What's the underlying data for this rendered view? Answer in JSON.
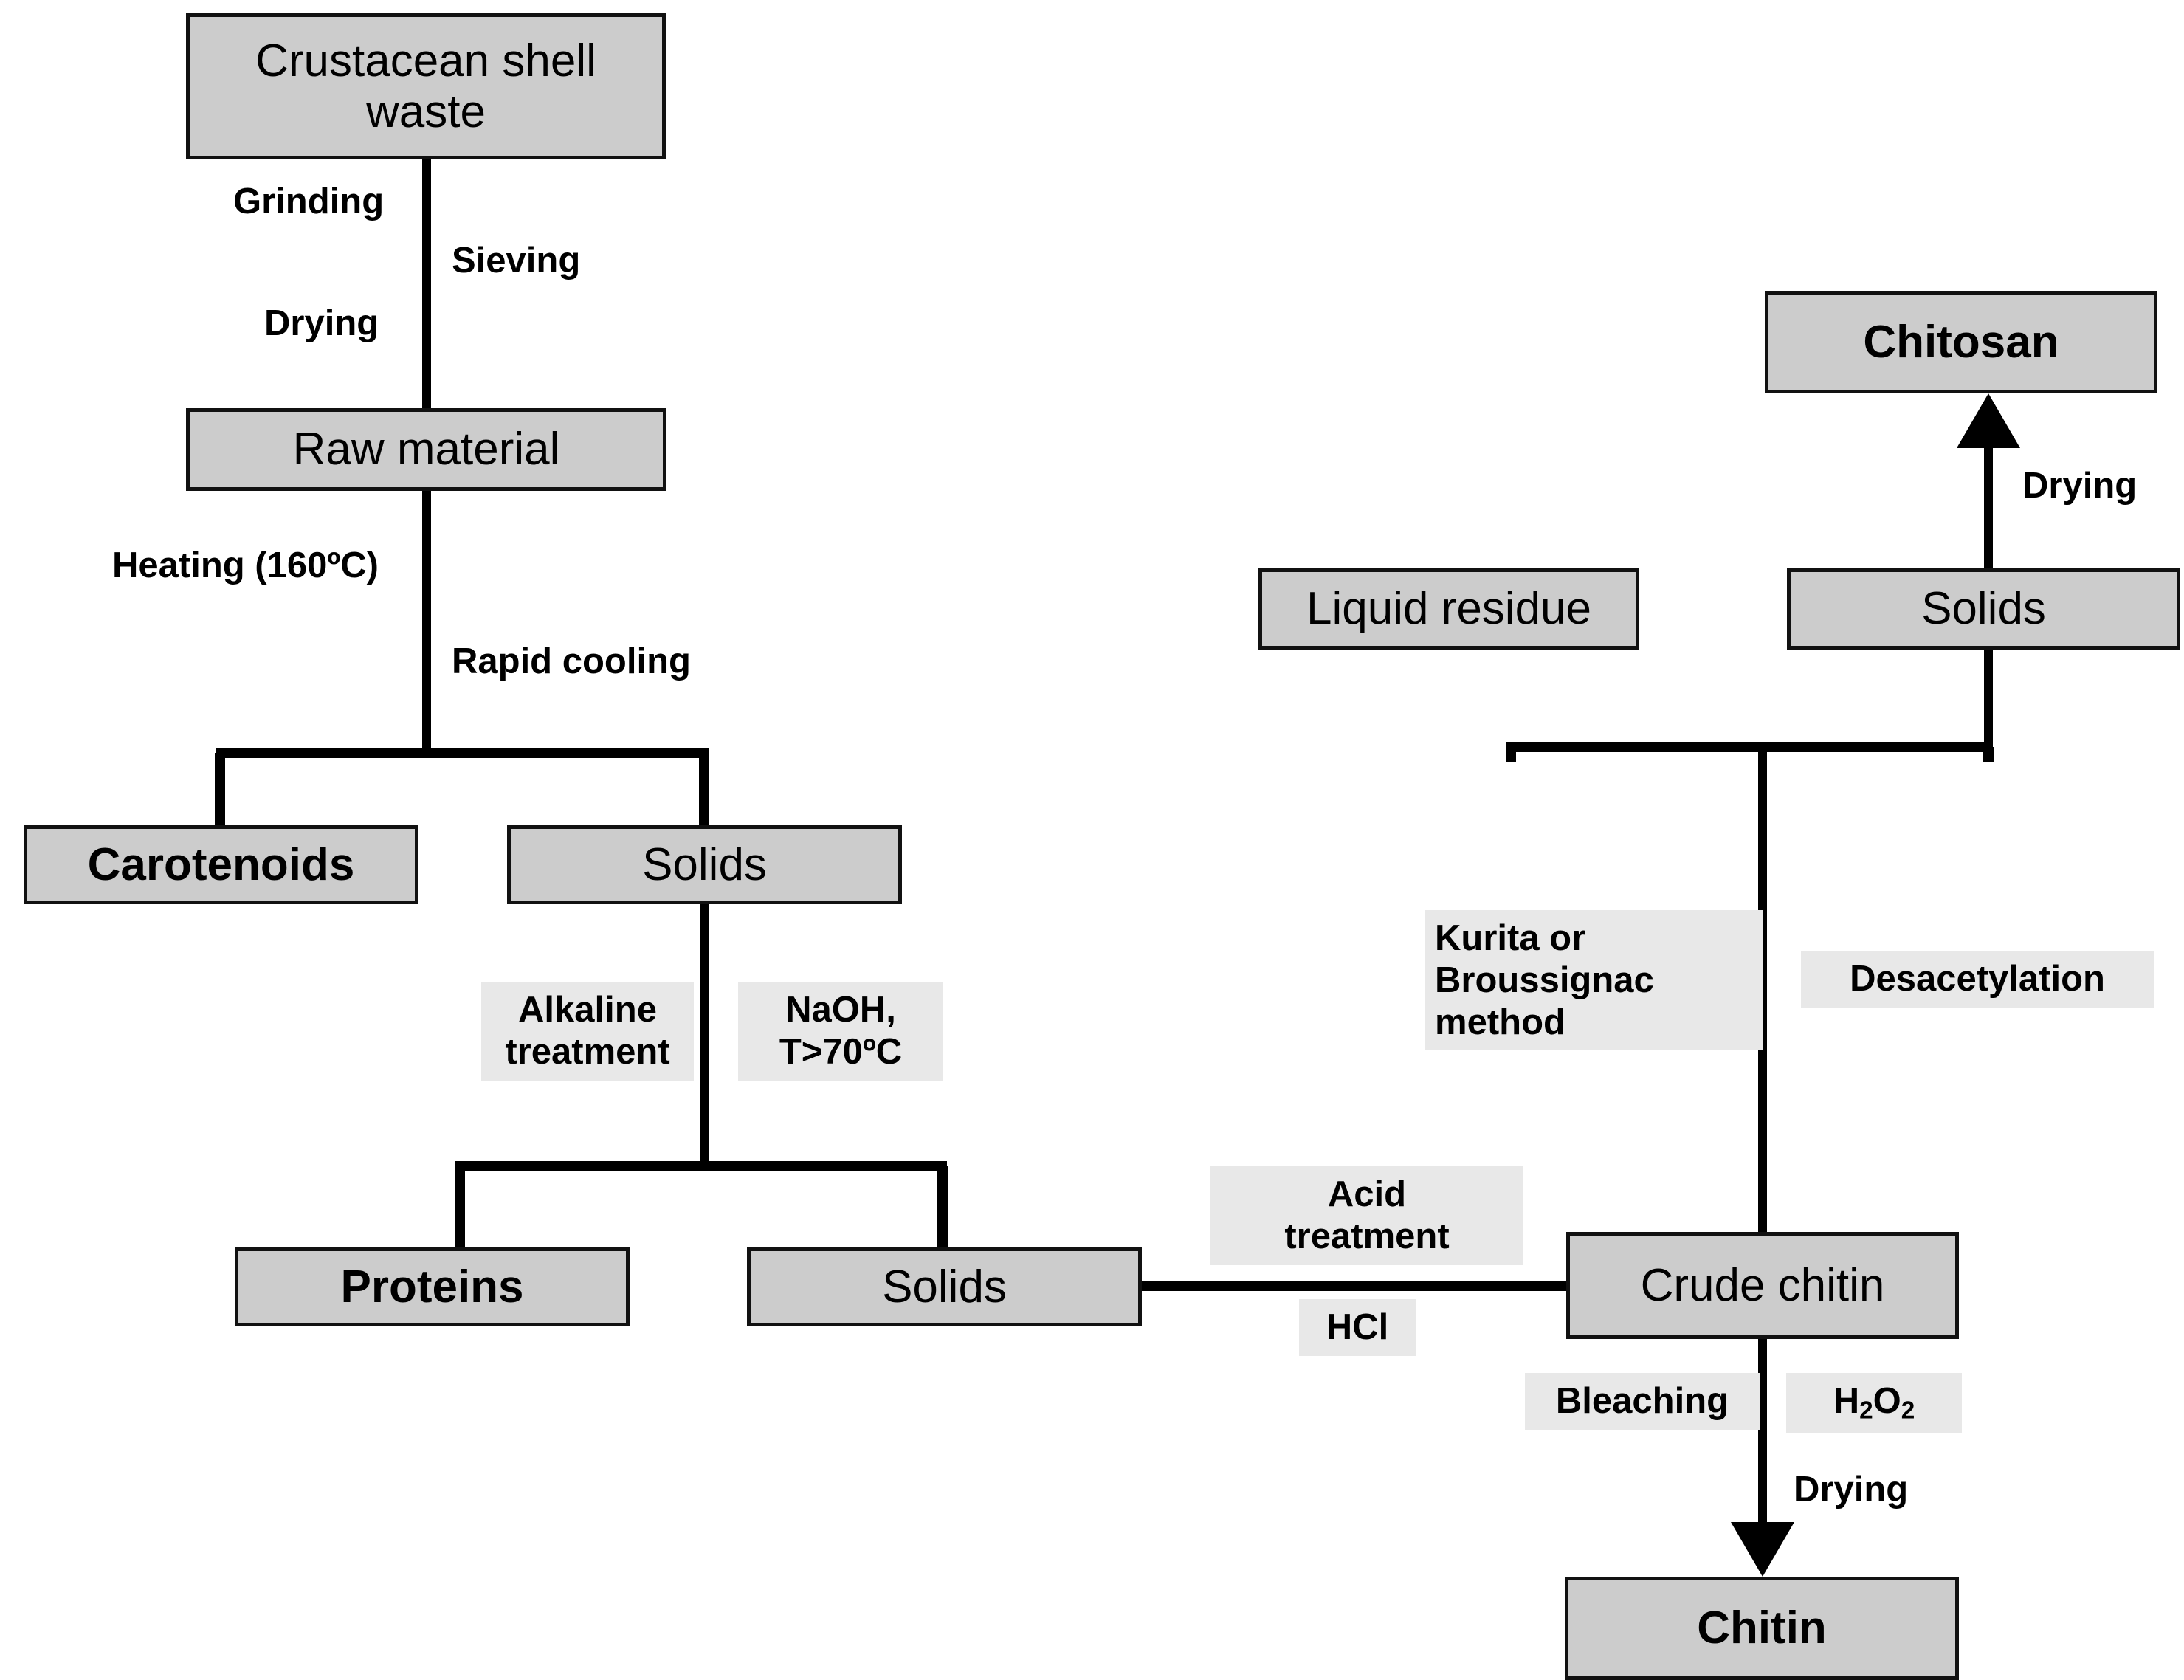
{
  "diagram": {
    "title": "Crustacean shell waste processing to chitin and chitosan",
    "colors": {
      "node_fill": "#cccccc",
      "node_border": "#111111",
      "annotation_fill": "#e8e8e8",
      "line": "#000000",
      "background": "#ffffff"
    },
    "nodes": [
      {
        "id": "crustacean_shell_waste",
        "label": "Crustacean shell waste",
        "bold": false
      },
      {
        "id": "raw_material",
        "label": "Raw material",
        "bold": false
      },
      {
        "id": "carotenoids",
        "label": "Carotenoids",
        "bold": true
      },
      {
        "id": "solids_1",
        "label": "Solids",
        "bold": false
      },
      {
        "id": "proteins",
        "label": "Proteins",
        "bold": true
      },
      {
        "id": "solids_2",
        "label": "Solids",
        "bold": false
      },
      {
        "id": "crude_chitin",
        "label": "Crude chitin",
        "bold": false
      },
      {
        "id": "chitin",
        "label": "Chitin",
        "bold": true
      },
      {
        "id": "liquid_residue",
        "label": "Liquid residue",
        "bold": false
      },
      {
        "id": "solids_3",
        "label": "Solids",
        "bold": false
      },
      {
        "id": "chitosan",
        "label": "Chitosan",
        "bold": true
      }
    ],
    "annotations": [
      {
        "id": "grinding",
        "text": "Grinding",
        "shaded": false
      },
      {
        "id": "sieving",
        "text": "Sieving",
        "shaded": false
      },
      {
        "id": "drying_1",
        "text": "Drying",
        "shaded": false
      },
      {
        "id": "heating",
        "text": "Heating (160ºC)",
        "shaded": false
      },
      {
        "id": "rapid_cooling",
        "text": "Rapid cooling",
        "shaded": false
      },
      {
        "id": "alkaline",
        "text": "Alkaline\ntreatment",
        "shaded": true
      },
      {
        "id": "naoh",
        "text": "NaOH,\nT>70ºC",
        "shaded": true
      },
      {
        "id": "acid",
        "text": "Acid\ntreatment",
        "shaded": true
      },
      {
        "id": "hcl",
        "text": "HCl",
        "shaded": true
      },
      {
        "id": "bleaching",
        "text": "Bleaching",
        "shaded": true
      },
      {
        "id": "h2o2",
        "text": "H2O2",
        "shaded": true
      },
      {
        "id": "drying_2",
        "text": "Drying",
        "shaded": false
      },
      {
        "id": "kurita",
        "text": "Kurita or\nBroussignac\nmethod",
        "shaded": true
      },
      {
        "id": "desacetylation",
        "text": "Desacetylation",
        "shaded": true
      },
      {
        "id": "drying_3",
        "text": "Drying",
        "shaded": false
      }
    ],
    "edges": [
      {
        "from": "crustacean_shell_waste",
        "to": "raw_material",
        "labels": [
          "grinding",
          "sieving",
          "drying_1"
        ]
      },
      {
        "from": "raw_material",
        "to": [
          "carotenoids",
          "solids_1"
        ],
        "labels": [
          "heating",
          "rapid_cooling"
        ]
      },
      {
        "from": "solids_1",
        "to": [
          "proteins",
          "solids_2"
        ],
        "labels": [
          "alkaline",
          "naoh"
        ]
      },
      {
        "from": "solids_2",
        "to": "crude_chitin",
        "labels": [
          "acid",
          "hcl"
        ]
      },
      {
        "from": "crude_chitin",
        "to": "chitin",
        "labels": [
          "bleaching",
          "h2o2",
          "drying_2"
        ],
        "arrow": true
      },
      {
        "from": "crude_chitin",
        "to": [
          "liquid_residue",
          "solids_3"
        ],
        "labels": [
          "kurita",
          "desacetylation"
        ]
      },
      {
        "from": "solids_3",
        "to": "chitosan",
        "labels": [
          "drying_3"
        ],
        "arrow": true
      }
    ]
  }
}
